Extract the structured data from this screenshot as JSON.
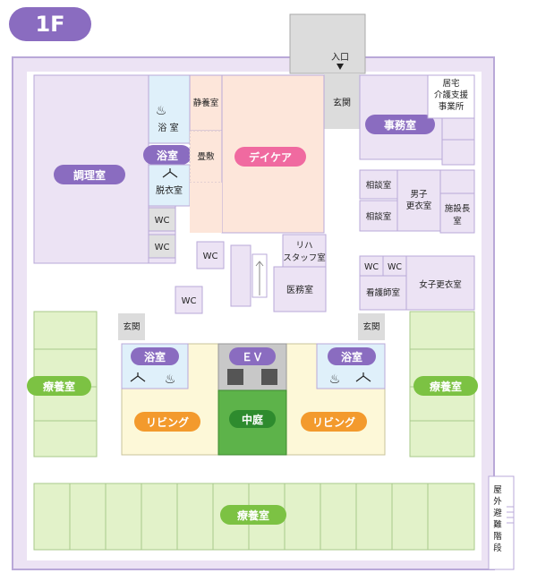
{
  "floor_label": "1F",
  "colors": {
    "lavender_pale": "#ece3f4",
    "lavender_mid": "#cfc2e3",
    "lavender_dark": "#b8a6d6",
    "purple_pill": "#8a6cc0",
    "corridor": "#ffffff",
    "daycare_bg": "#fde6da",
    "daycare_pill": "#f06aa0",
    "ryoyo_bg": "#e2f2c9",
    "ryoyo_pill": "#7cc243",
    "living_bg": "#fdf8d8",
    "living_pill": "#f39a2d",
    "courtyard_bg": "#5db34a",
    "courtyard_pill": "#2e8b2e",
    "bath_bg": "#dff0fa",
    "ev_bg": "#c8c8c8",
    "entrance_bg": "#dcdcdc",
    "wc_bg": "#e0e0e0",
    "wall": "#b9a8d8"
  },
  "labels": {
    "entrance_main": "入口",
    "genkan_top": "玄関",
    "genkan_left": "玄関",
    "genkan_right": "玄関",
    "office": "事務室",
    "kyotaku": "居宅",
    "kaigo": "介護支援",
    "jigyosho": "事業所",
    "sodan_1": "相談室",
    "sodan_2": "相談室",
    "male_locker_1": "男子",
    "male_locker_2": "更衣室",
    "director_1": "施設長",
    "director_2": "室",
    "nurse": "看護師室",
    "female_locker": "女子更衣室",
    "kitchen": "調理室",
    "bath_top": "浴室",
    "bath_top_small": "浴 室",
    "dressing": "脱衣室",
    "quiet_room": "静養室",
    "tatami": "畳敷",
    "daycare": "デイケア",
    "rehab_1": "リハ",
    "rehab_2": "スタッフ室",
    "medical": "医務室",
    "wc": "WC",
    "bath_left": "浴室",
    "bath_right": "浴室",
    "ev": "ＥＶ",
    "ryoyo_left": "療養室",
    "ryoyo_right": "療養室",
    "ryoyo_bottom": "療養室",
    "living_left": "リビング",
    "living_right": "リビング",
    "courtyard": "中庭",
    "stairs_1": "屋",
    "stairs_2": "外",
    "stairs_3": "避",
    "stairs_4": "難",
    "stairs_5": "階",
    "stairs_6": "段"
  }
}
